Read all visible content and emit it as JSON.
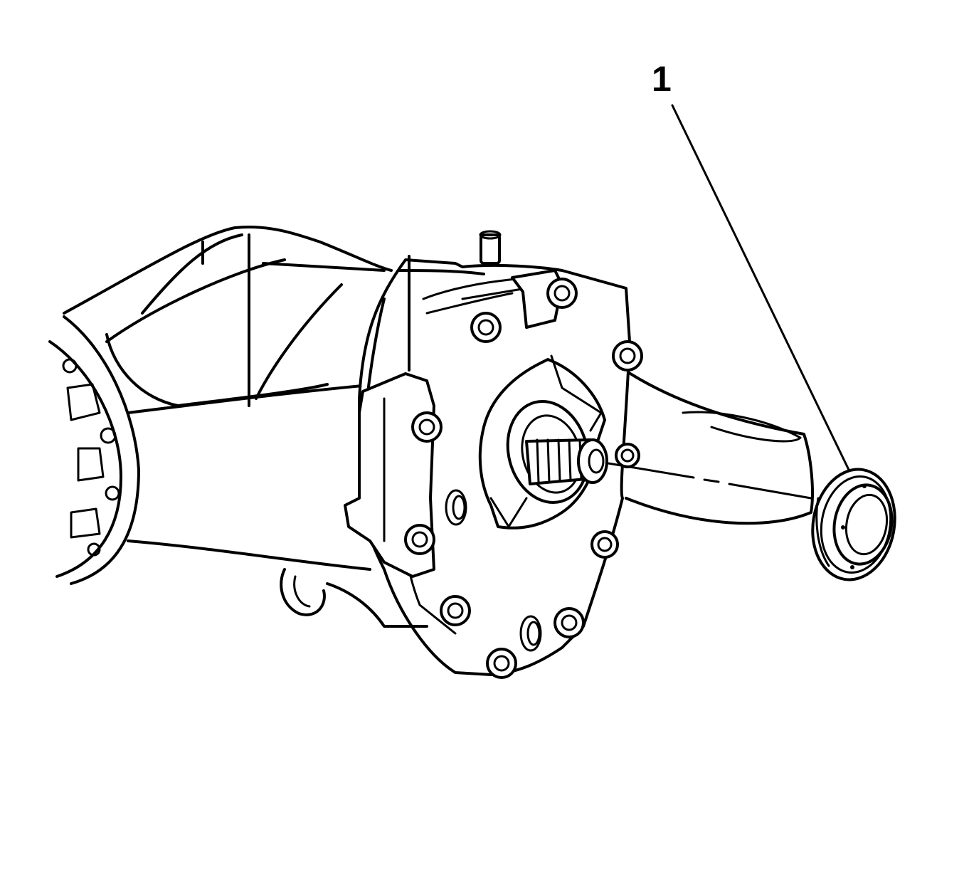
{
  "callouts": [
    {
      "id": "1",
      "label": "1",
      "part": "seal"
    }
  ]
}
